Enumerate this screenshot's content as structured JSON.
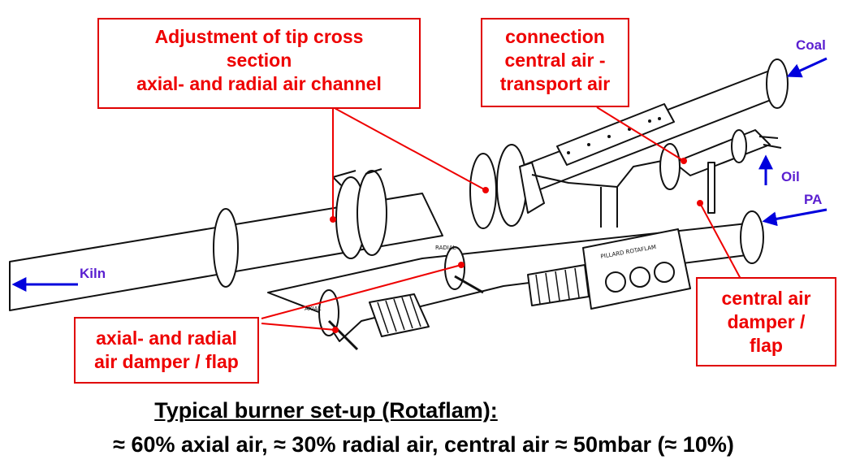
{
  "colors": {
    "callout": "#ee0000",
    "arrow": "#0000dd",
    "flow_label": "#5a1fd0",
    "drawing": "#111111"
  },
  "callouts": {
    "tip": [
      "Adjustment of tip cross",
      "section",
      "axial- and radial air channel"
    ],
    "connection": [
      "connection",
      "central air -",
      "transport air"
    ],
    "axial_damper": [
      "axial- and radial",
      "air damper / flap"
    ],
    "central_damper": [
      "central air",
      "damper /",
      "flap"
    ]
  },
  "flow_labels": {
    "coal": "Coal",
    "oil": "Oil",
    "pa": "PA",
    "kiln": "Kiln"
  },
  "device_plate": {
    "brand": "PILLARD ROTAFLAM",
    "tag_1": "AXIAL",
    "tag_2": "RADIAL"
  },
  "caption": {
    "title": "Typical burner set-up (Rotaflam):",
    "detail": "≈ 60% axial air, ≈ 30% radial air, central air ≈ 50mbar (≈ 10%)"
  }
}
